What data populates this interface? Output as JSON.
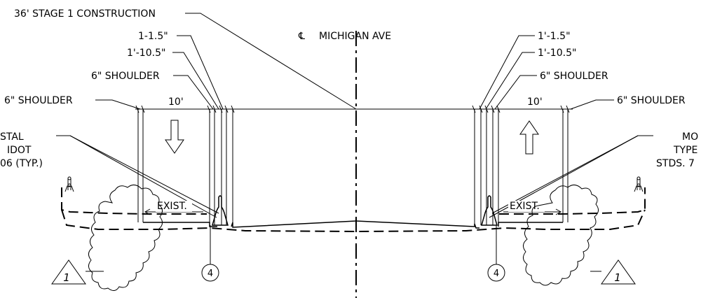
{
  "labels": {
    "stage_construction": "36' STAGE 1 CONSTRUCTION",
    "centerline_symbol": "℄",
    "centerline": "MICHIGAN AVE",
    "left_dim_1": "1-1.5\"",
    "left_dim_2": "1'-10.5\"",
    "left_shoulder_inner": "6\" SHOULDER",
    "left_shoulder_outer": "6\" SHOULDER",
    "right_dim_1": "1'-1.5\"",
    "right_dim_2": "1'-10.5\"",
    "right_shoulder_inner": "6\" SHOULDER",
    "right_shoulder_outer": "6\" SHOULDER",
    "left_width": "10'",
    "right_width": "10'",
    "left_existing": "EXIST.",
    "right_existing": "EXIST.",
    "left_note_line1": "STAL",
    "left_note_line2": "IDOT",
    "left_note_line3": "06 (TYP.)",
    "right_note_line1": "MO",
    "right_note_line2": "TYPE",
    "right_note_line3": "STDS. 7",
    "left_callout": "4",
    "right_callout": "4",
    "left_revision": "1",
    "right_revision": "1"
  }
}
